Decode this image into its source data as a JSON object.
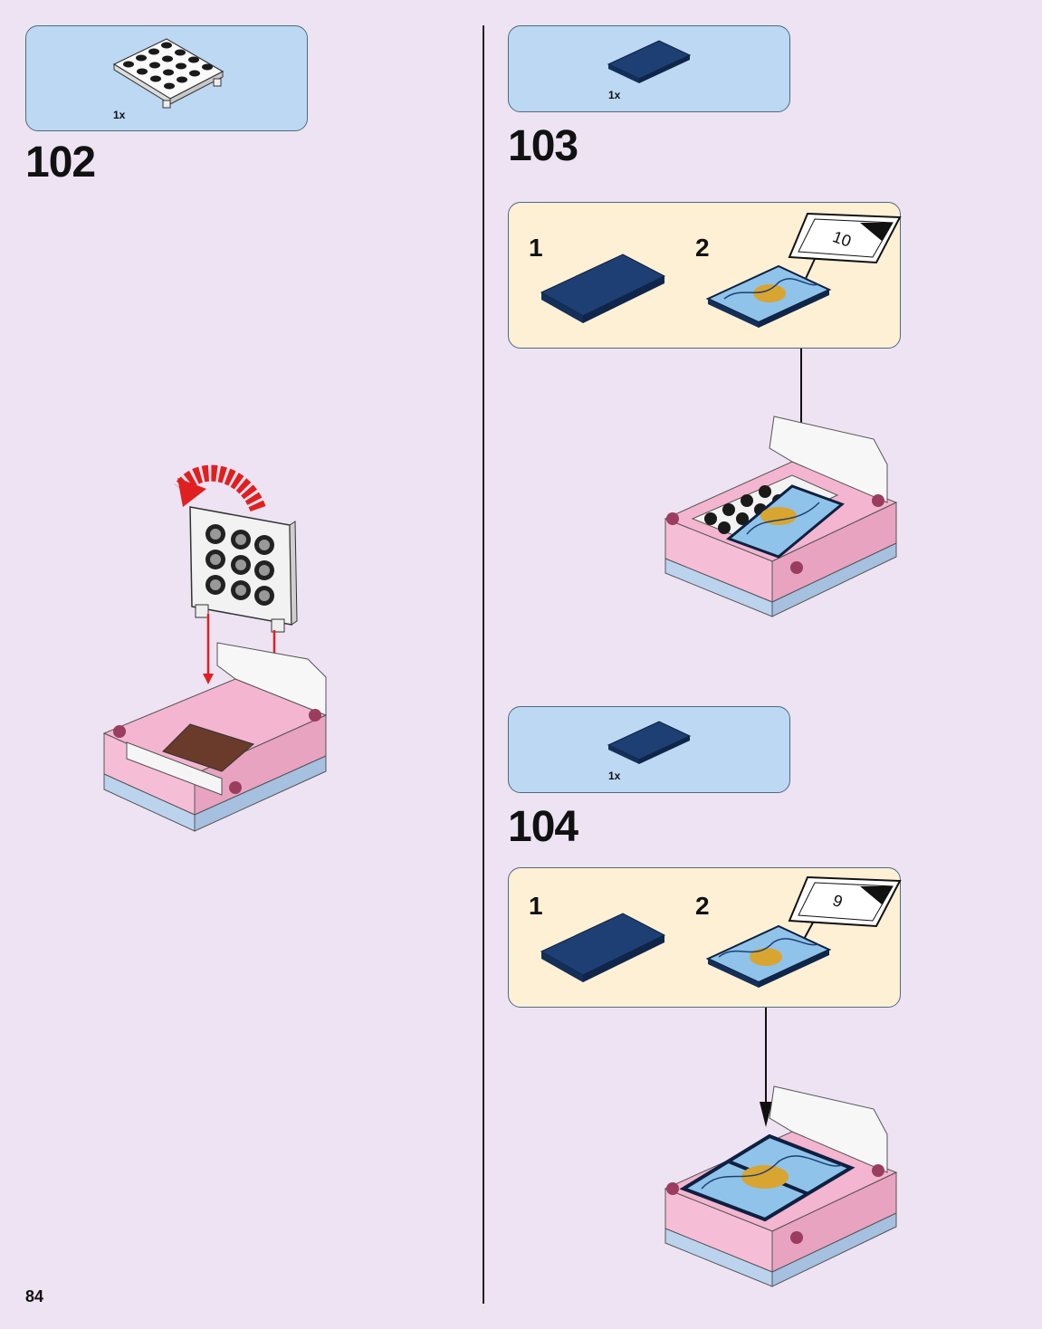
{
  "page_number": "84",
  "steps": [
    {
      "number": "102",
      "parts": [
        {
          "qty": "1x",
          "part": "white-plate-with-clips"
        }
      ]
    },
    {
      "number": "103",
      "parts": [
        {
          "qty": "1x",
          "part": "dark-blue-tile"
        }
      ],
      "sub_steps": [
        {
          "number": "1"
        },
        {
          "number": "2",
          "sticker": "10"
        }
      ]
    },
    {
      "number": "104",
      "parts": [
        {
          "qty": "1x",
          "part": "dark-blue-tile"
        }
      ],
      "sub_steps": [
        {
          "number": "1"
        },
        {
          "number": "2",
          "sticker": "9"
        }
      ]
    }
  ],
  "colors": {
    "background": "#ede3f2",
    "parts_box": "#bcd8f2",
    "sub_assembly_box": "#fdf0d5",
    "dark_blue_tile": "#1d3f73",
    "arrow_red": "#e02020",
    "bed_pink": "#f3b5cf"
  }
}
